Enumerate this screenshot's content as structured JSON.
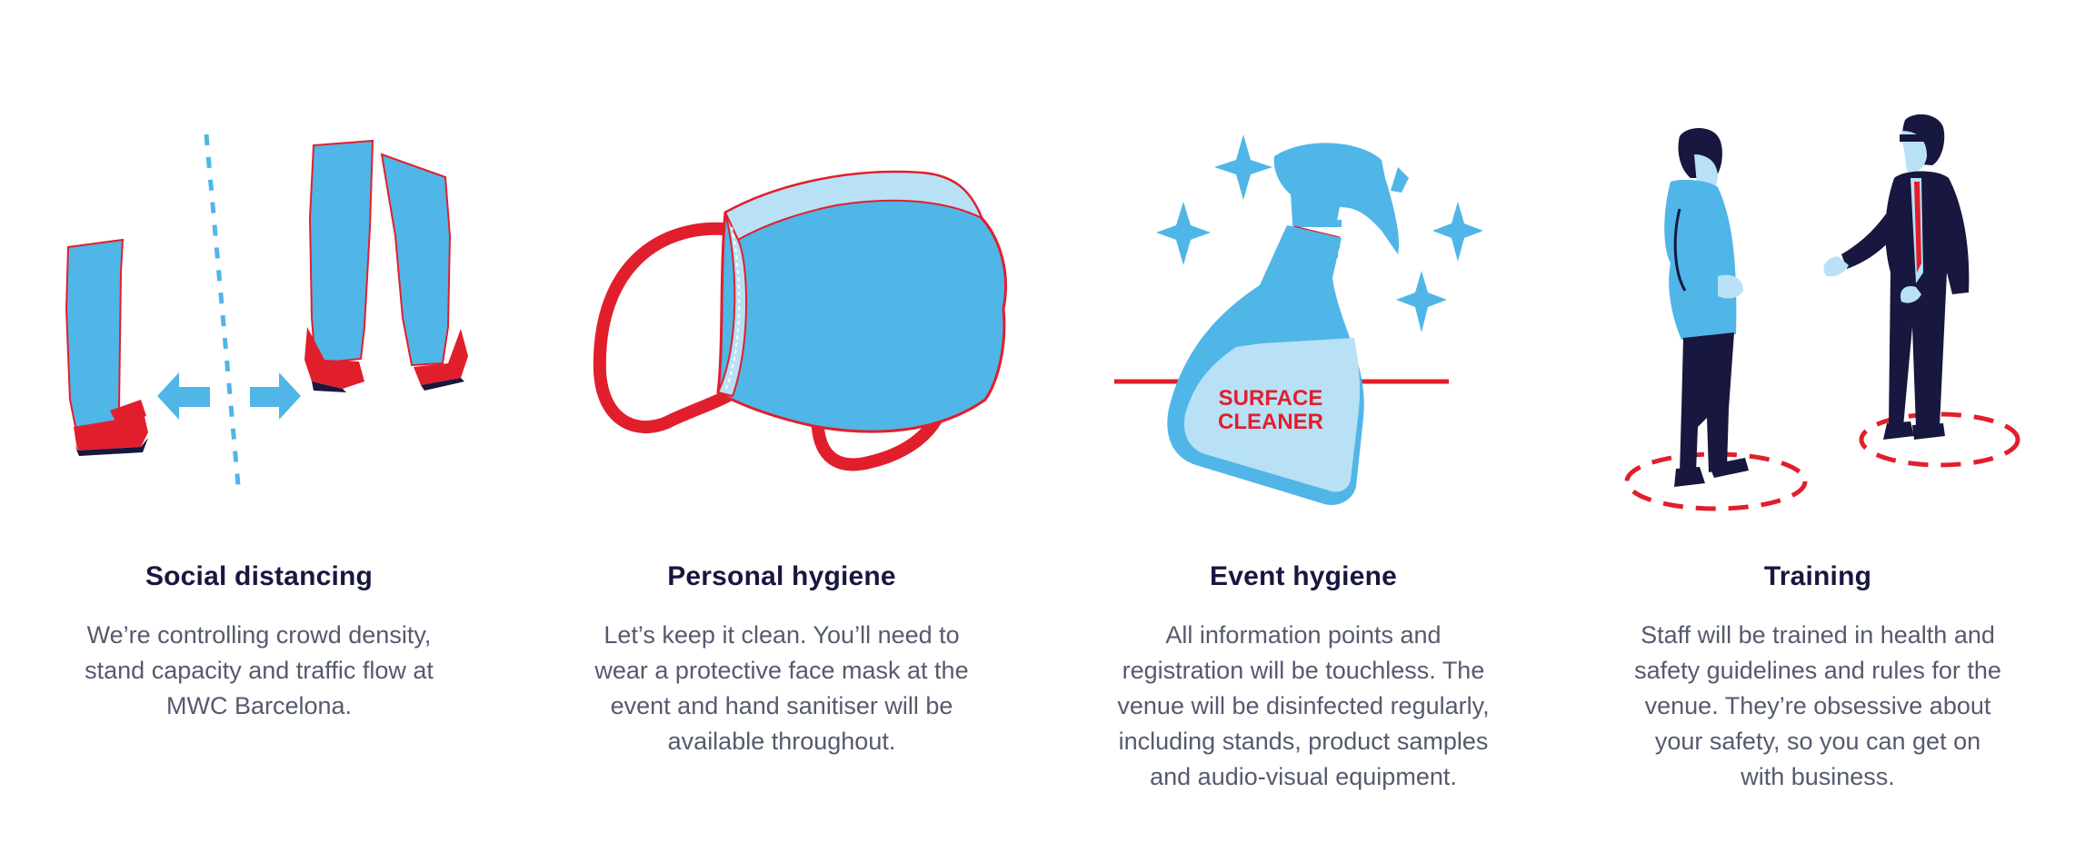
{
  "colors": {
    "blue": "#4fb6e7",
    "light_blue": "#b8e1f5",
    "red": "#e11f2c",
    "navy": "#17173f",
    "text": "#555a6e"
  },
  "items": [
    {
      "icon": "social-distancing-icon",
      "title": "Social distancing",
      "desc_lines": [
        "We’re controlling crowd density,",
        "stand capacity and traffic flow at",
        "MWC Barcelona."
      ]
    },
    {
      "icon": "face-mask-icon",
      "title": "Personal hygiene",
      "desc_lines": [
        "Let’s keep it clean. You’ll need to",
        "wear a protective face mask at the",
        "event and hand sanitiser will be",
        "available throughout."
      ]
    },
    {
      "icon": "spray-bottle-icon",
      "title": "Event hygiene",
      "bottle_label": [
        "SURFACE",
        "CLEANER"
      ],
      "desc_lines": [
        "All information points and",
        "registration will be touchless. The",
        "venue will be disinfected regularly,",
        "including stands, product samples",
        "and audio-visual equipment."
      ]
    },
    {
      "icon": "staff-training-icon",
      "title": "Training",
      "desc_lines": [
        "Staff will be trained in health and",
        "safety guidelines and rules for the",
        "venue. They’re obsessive about",
        "your safety, so you can get on",
        "with business."
      ]
    }
  ]
}
